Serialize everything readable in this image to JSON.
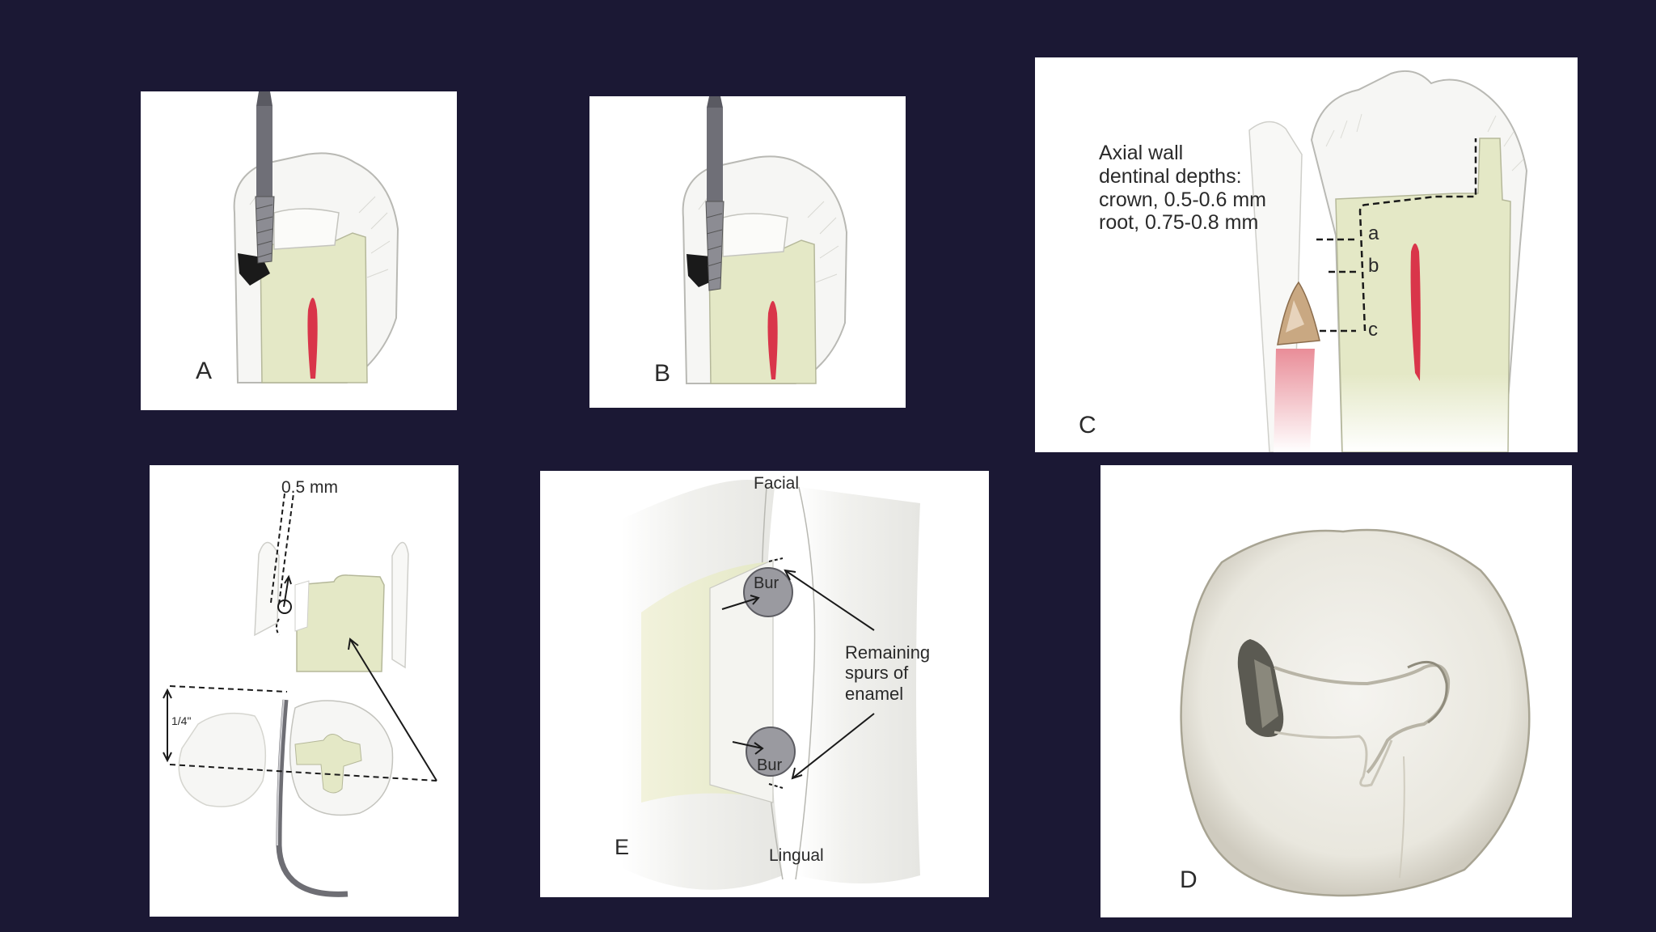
{
  "colors": {
    "background": "#1b1834",
    "panel": "#ffffff",
    "dentin": "#e4e8c6",
    "pulp": "#d9354a",
    "enamel": "#f6f6f4",
    "gingiva": "#f1aeb6",
    "bur": "#8c8c93",
    "restoration": "#c9a882"
  },
  "panels": {
    "a": {
      "letter": "A"
    },
    "b": {
      "letter": "B"
    },
    "c": {
      "letter": "C",
      "title": "Axial wall\ndentinal depths:\ncrown, 0.5-0.6 mm\nroot, 0.75-0.8 mm",
      "mark_a": "a",
      "mark_b": "b",
      "mark_c": "c"
    },
    "f": {
      "depth": "0.5 mm",
      "quarter": "1/4\""
    },
    "e": {
      "letter": "E",
      "facial": "Facial",
      "lingual": "Lingual",
      "bur_top": "Bur",
      "bur_bottom": "Bur",
      "spurs": "Remaining\nspurs of\nenamel"
    },
    "d": {
      "letter": "D"
    }
  },
  "icons": [
    "tooth-crown-icon",
    "bur-icon",
    "pulp-canal-icon"
  ]
}
